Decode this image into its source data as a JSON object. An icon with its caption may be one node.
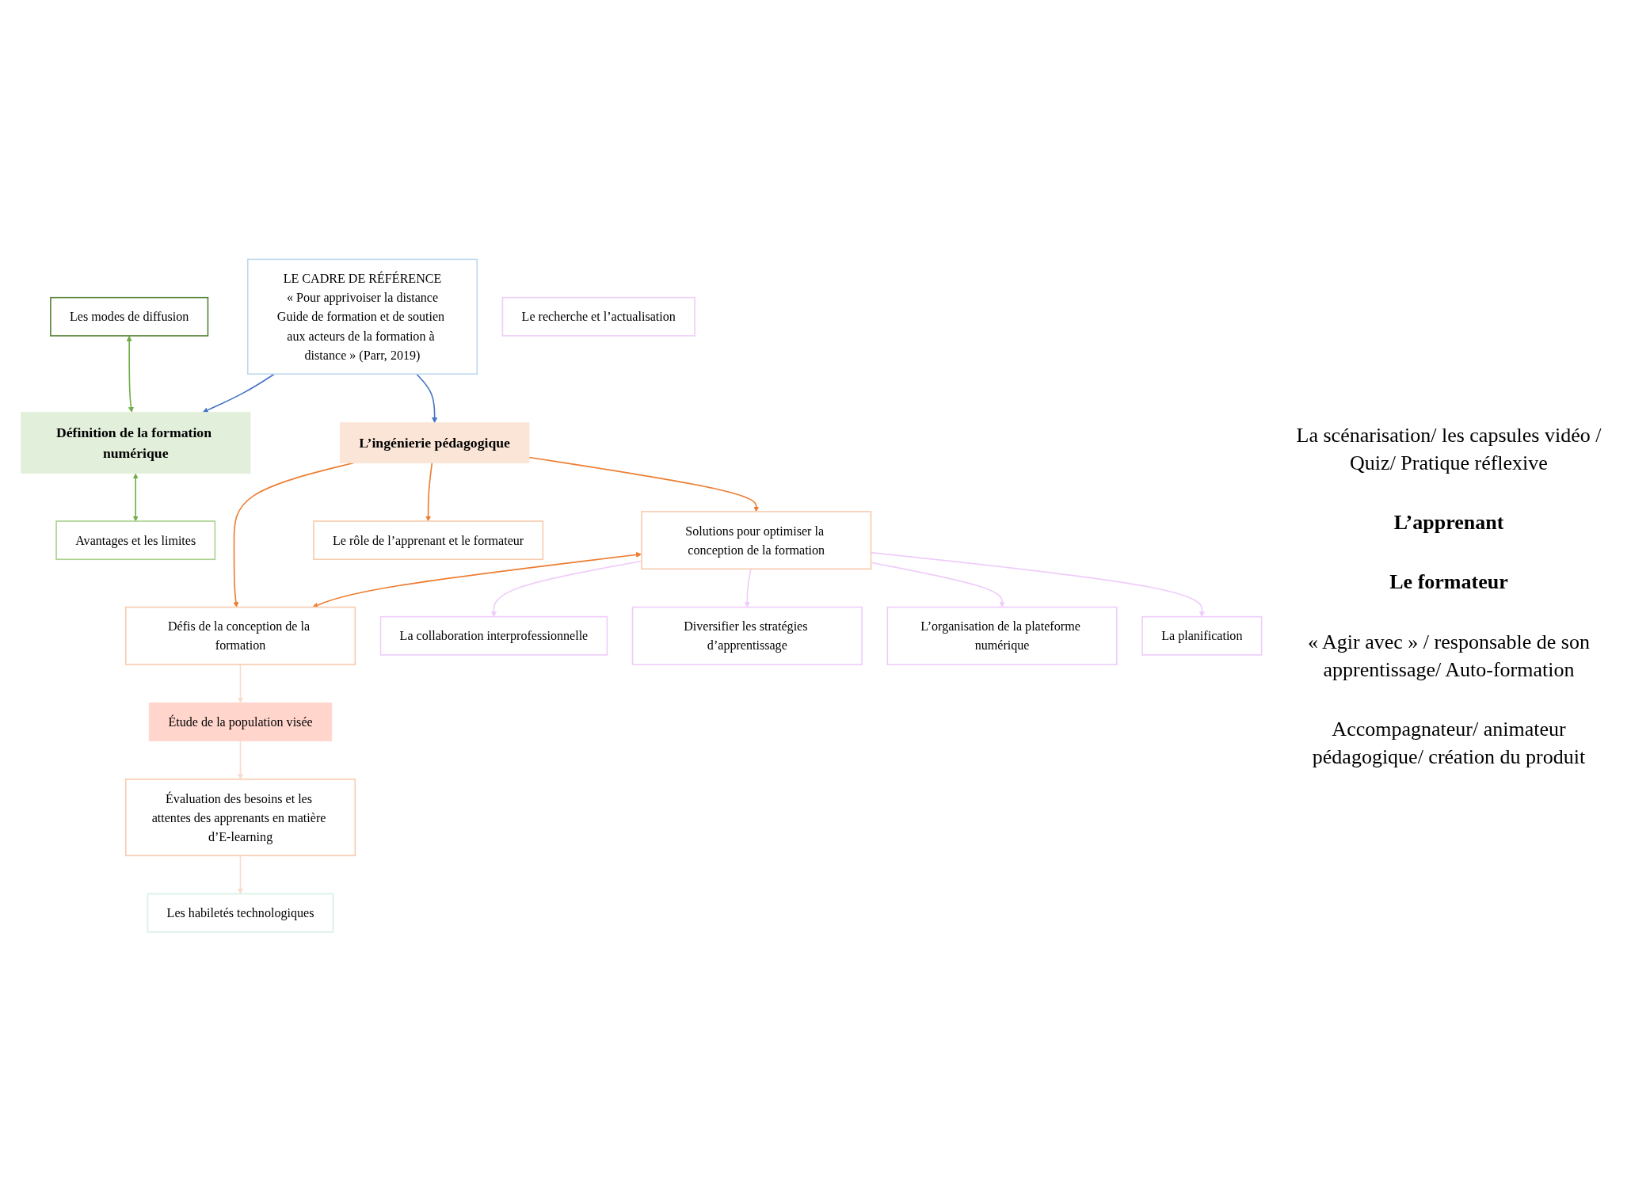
{
  "diagram": {
    "nodes": [
      {
        "text": [
          "Les modes de diffusion"
        ]
      },
      {
        "text": [
          "Définition de la formation numérique"
        ]
      },
      {
        "text": [
          "Avantages et les limites"
        ]
      },
      {
        "text": [
          "LE CADRE DE RÉFÉRENCE",
          "« Pour apprivoiser la distance",
          "Guide de formation et de soutien aux acteurs de la formation à distance » (Parr, 2019)"
        ]
      },
      {
        "text": [
          "L’ingénierie pédagogique"
        ]
      },
      {
        "text": [
          "Solutions pour optimiser la conception de la formation"
        ]
      },
      {
        "text": [
          "Défis de la conception de la formation"
        ]
      },
      {
        "text": [
          "Le rôle de l’apprenant et le formateur"
        ]
      },
      {
        "text": [
          "La collaboration interprofessionnelle"
        ]
      },
      {
        "text": [
          "Diversifier les stratégies d’apprentissage"
        ]
      },
      {
        "text": [
          "L’organisation de la plateforme numérique"
        ]
      },
      {
        "text": [
          "La planification"
        ]
      },
      {
        "text": [
          "Le recherche et l’actualisation"
        ]
      },
      {
        "text": [
          "Étude de la population visée"
        ]
      },
      {
        "text": [
          "Évaluation des besoins et les attentes des apprenants en matière d’E-learning"
        ]
      },
      {
        "text": [
          "Les habiletés technologiques"
        ]
      }
    ],
    "edges": [
      {
        "from": 0,
        "to": 1,
        "arrow": "both",
        "color": "#70ad47"
      },
      {
        "from": 1,
        "to": 2,
        "arrow": "both",
        "color": "#70ad47"
      },
      {
        "from": 3,
        "to": 1,
        "arrow": "to",
        "color": "#4472c4"
      },
      {
        "from": 3,
        "to": 4,
        "arrow": "to",
        "color": "#4472c4"
      },
      {
        "from": 4,
        "to": 5,
        "arrow": "to"
      },
      {
        "from": 4,
        "to": 6,
        "arrow": "to"
      },
      {
        "from": 4,
        "to": 7,
        "arrow": "to"
      },
      {
        "from": 5,
        "to": 6,
        "arrow": "both"
      },
      {
        "from": 5,
        "to": 8,
        "arrow": "to",
        "color": "#efcdfa"
      },
      {
        "from": 5,
        "to": 10,
        "arrow": "to",
        "color": "#efcdfa"
      },
      {
        "from": 5,
        "to": 11,
        "arrow": "to",
        "color": "#efcdfa"
      },
      {
        "from": 5,
        "to": 9,
        "arrow": "to",
        "color": "#efcdfa"
      },
      {
        "from": 6,
        "to": 13,
        "arrow": "to",
        "color": "#f8dccb"
      },
      {
        "from": 13,
        "to": 14,
        "arrow": "to",
        "color": "#f8dccb"
      },
      {
        "from": 14,
        "to": 15,
        "arrow": "to",
        "color": "#f8dccb"
      }
    ],
    "labels": [
      "La scénarisation/ les capsules vidéo / Quiz/ Pratique réflexive",
      "L’apprenant",
      "Le formateur",
      "« Agir avec » / responsable de son apprentissage/ Auto-formation",
      "Accompagnateur/ animateur pédagogique/ création du produit"
    ]
  }
}
